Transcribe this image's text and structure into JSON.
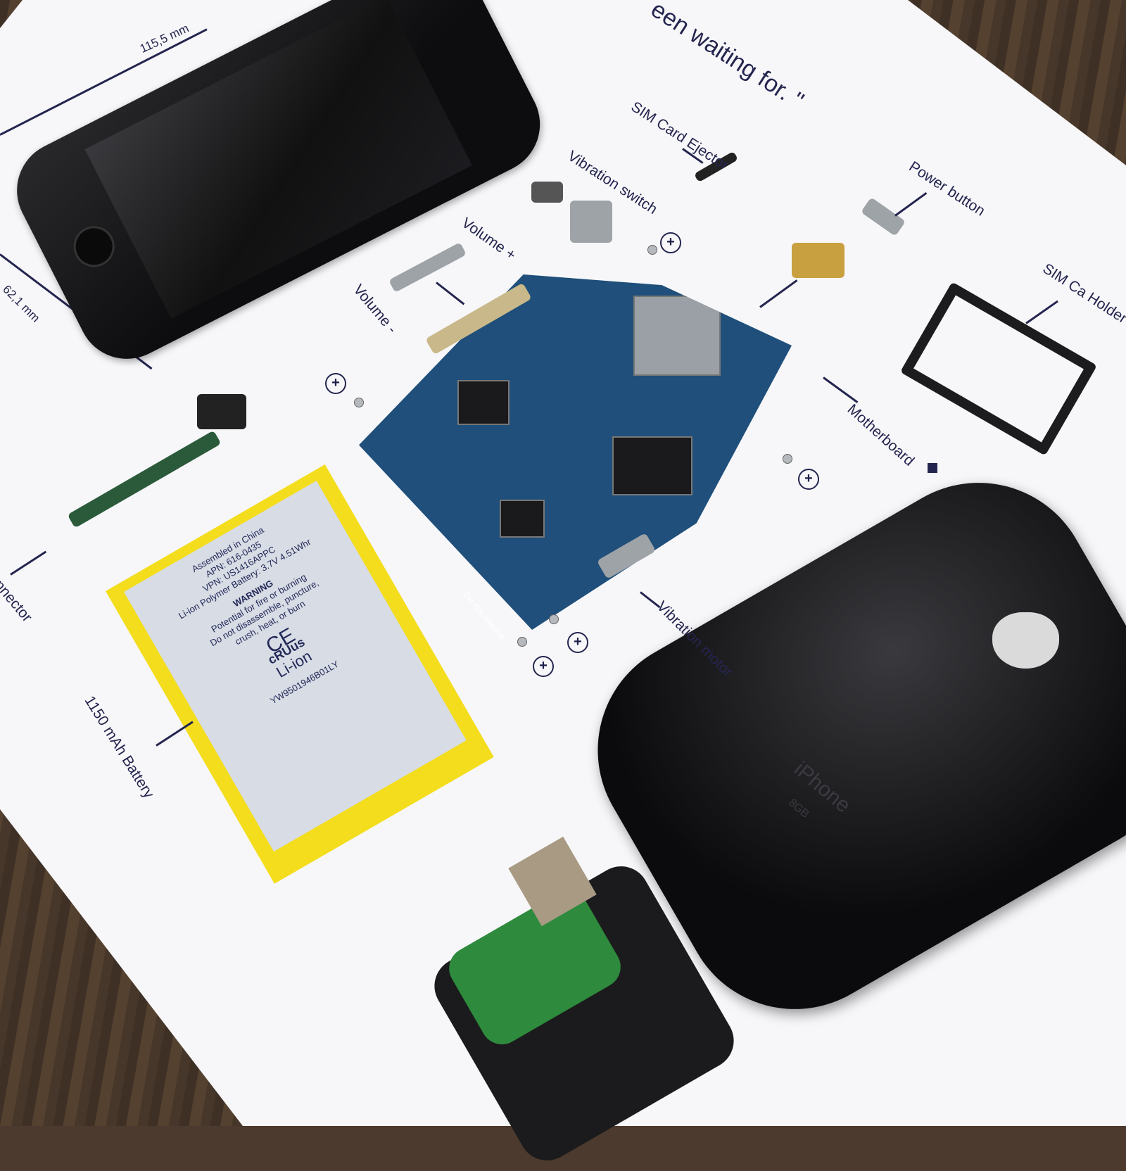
{
  "poster": {
    "quote_fragment": "een waiting for. \"",
    "dimensions": {
      "width": "115,5 mm",
      "height": "62,1 mm"
    },
    "labels": {
      "sim_ejector": "SIM Card Ejector",
      "vibration_switch": "Vibration switch",
      "power_button": "Power button",
      "volume_up": "Volume +",
      "volume_down": "Volume -",
      "sim_holder": "SIM Ca Holder",
      "motherboard": "Motherboard",
      "vibration_motor": "Vibration motor",
      "battery": "1150 mAh Battery",
      "connector": "nnector"
    },
    "battery_label": {
      "lines": [
        "Assembled in China",
        "APN: 616-0435",
        "VPN: US1416APPC",
        "Li-ion Polymer Battery: 3.7V 4.51Whr",
        "WARNING",
        "Potential for fire or burning",
        "Do not disassemble, puncture,",
        "crush, heat, or burn"
      ],
      "chemistry": "Li-ion",
      "serial": "YW9501946B01LY",
      "marks": [
        "CE",
        "cRUus"
      ]
    },
    "back_text": {
      "model": "iPhone",
      "capacity": "8GB"
    },
    "board_sticker": "Do not remove",
    "icons": [
      "apple-logo-icon",
      "power-icon",
      "vibration-icon",
      "sim-icon",
      "chip-icon",
      "battery-icon",
      "plus-screw-icon"
    ],
    "colors": {
      "text": "#24254f",
      "paper": "#f7f7f9",
      "board": "#1f4f7a",
      "battery": "#f3dd1d",
      "wood": "#4b3a2d"
    }
  }
}
